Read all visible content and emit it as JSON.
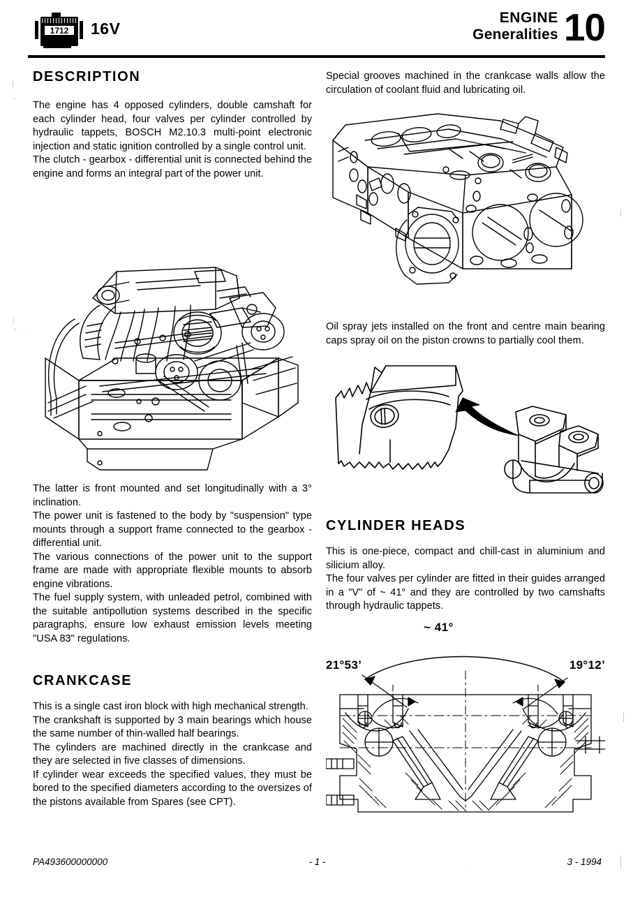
{
  "header": {
    "engine_code": "1712",
    "model_label": "16V",
    "title_line1": "ENGINE",
    "title_line2": "Generalities",
    "chapter_number": "10"
  },
  "left_column": {
    "description_heading": "DESCRIPTION",
    "description_p1": "The engine has 4 opposed cylinders, double camshaft for each cylinder head, four valves per cylinder controlled by hydraulic tappets, BOSCH M2.10.3 multi-point electronic injection and static ignition controlled by a single control unit.",
    "description_p2": "The clutch - gearbox - differential unit is connected behind the engine and forms an integral part of the power unit.",
    "engine_figure_caption": "engine-assembly-drawing",
    "description_p3": "The latter is front mounted and set longitudinally with a 3° inclination.",
    "description_p4": "The power unit is fastened to the body by \"suspension\" type mounts through a support frame connected to the gearbox - differential unit.",
    "description_p5": "The various connections of the power unit to the support frame are made with appropriate flexible mounts to absorb engine vibrations.",
    "description_p6": "The fuel supply system, with unleaded petrol, combined with the suitable antipollution systems described in the specific paragraphs, ensure low exhaust emission levels meeting \"USA 83\" regulations.",
    "crankcase_heading": "CRANKCASE",
    "crankcase_p1": "This is a single cast iron block with high mechanical strength.",
    "crankcase_p2": "The crankshaft is supported by 3 main bearings which house the same number of thin-walled half bearings.",
    "crankcase_p3": "The cylinders are machined directly in the crankcase and they are selected in five classes of dimensions.",
    "crankcase_p4": "If cylinder wear exceeds the specified values, they must be bored to the specified diameters according to the oversizes of the pistons available from Spares (see CPT)."
  },
  "right_column": {
    "grooves_p1": "Special grooves machined in the crankcase walls allow the circulation of coolant fluid and lubricating oil.",
    "crankcase_figure_caption": "crankcase-block-drawing",
    "oil_jets_p1": "Oil spray jets installed on the front and centre main bearing caps spray oil on the piston crowns to partially cool them.",
    "bearing_cap_figure_caption": "oil-spray-jet-bearing-cap-drawing",
    "cylinder_heads_heading": "CYLINDER HEADS",
    "cylinder_heads_p1": "This is one-piece, compact and chill-cast in aluminium and silicium alloy.",
    "cylinder_heads_p2": "The four valves per cylinder are fitted in their guides arranged in a \"V\" of ~ 41° and they are controlled by two camshafts through hydraulic tappets.",
    "head_section_figure_caption": "cylinder-head-cross-section-drawing",
    "angles": {
      "included": "~ 41°",
      "left": "21°53’",
      "right": "19°12’"
    }
  },
  "footer": {
    "part_number": "PA493600000000",
    "page_number": "- 1 -",
    "date": "3 - 1994"
  },
  "colors": {
    "ink": "#000000",
    "paper": "#ffffff"
  }
}
